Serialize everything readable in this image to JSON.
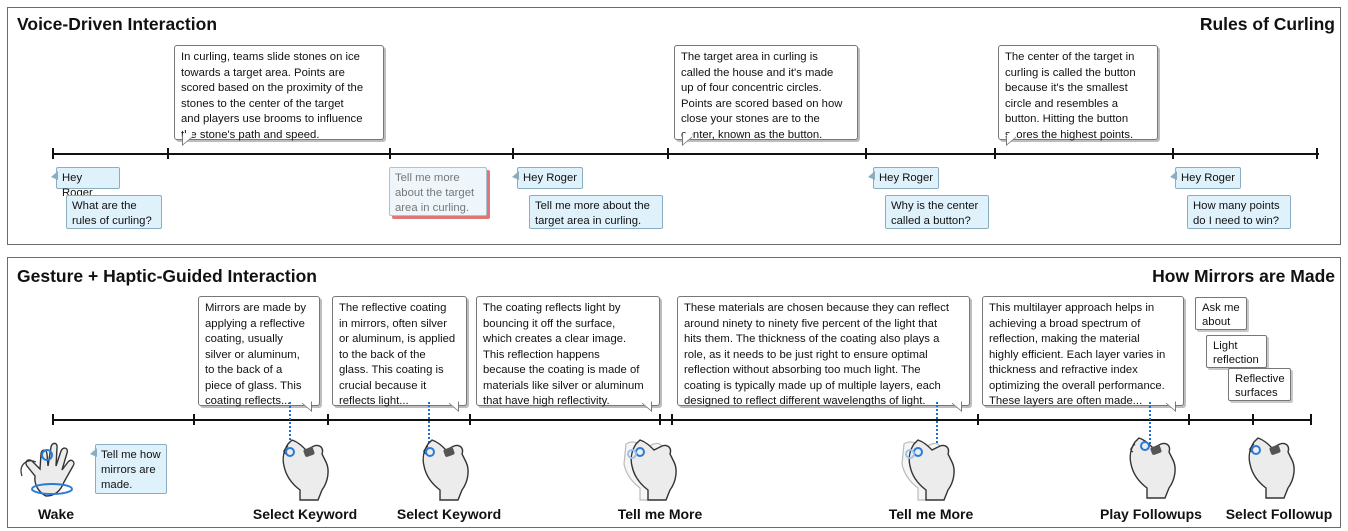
{
  "voice": {
    "title": "Voice-Driven Interaction",
    "topic": "Rules of Curling",
    "responses": [
      "In curling, teams slide stones on ice\ntowards a target area. Points are\nscored based on the proximity of the\nstones to the center of the target\nand players use brooms to influence\nthe stone's path and speed.",
      "The target area in curling is\ncalled the house and it's made\nup of four concentric circles.\nPoints are scored based on how\nclose your stones are to the\ncenter, known as the button.",
      "The center of the target in\ncurling is called the button\nbecause it's the smallest\ncircle and resembles a\nbutton. Hitting the button\nscores the highest points."
    ],
    "user_bubbles": [
      "Hey Roger",
      "What are the\nrules of curling?",
      "Tell me more\nabout the target\narea in curling.",
      "Hey Roger",
      "Tell me more about the\ntarget area in curling.",
      "Hey Roger",
      "Why is the center\ncalled a button?",
      "Hey Roger",
      "How many points\ndo I need to win?"
    ]
  },
  "gesture": {
    "title": "Gesture + Haptic-Guided Interaction",
    "topic": "How Mirrors are Made",
    "responses": [
      "Mirrors are made by\napplying a reflective\ncoating, usually\nsilver or aluminum,\nto the back of a\npiece of glass. This\ncoating reflects...",
      "The reflective coating\nin mirrors, often silver\nor aluminum, is applied\nto the back of the\nglass. This coating is\ncrucial because it\nreflects light...",
      "The coating reflects light by\nbouncing it off the surface,\nwhich creates a clear image.\nThis reflection happens\nbecause the coating is made of\nmaterials like silver or aluminum\nthat have high reflectivity.",
      "These materials are chosen because they can reflect\naround ninety to ninety five percent of the light that\nhits them. The thickness of the coating also plays a\nrole, as it needs to be just right to ensure optimal\nreflection without absorbing too much light. The\ncoating is typically made up of multiple layers, each\ndesigned to reflect different wavelengths of light.",
      "This multilayer approach helps in\nachieving a broad spectrum of\nreflection, making the material\nhighly efficient. Each layer varies in\nthickness and refractive index\noptimizing the overall performance.\nThese layers are often made..."
    ],
    "followups": [
      "Ask me\nabout",
      "Light\nreflection",
      "Reflective\nsurfaces"
    ],
    "user_bubble": "Tell me how\nmirrors are\nmade.",
    "gestures": [
      "Wake",
      "Select Keyword",
      "Select Keyword",
      "Tell me More",
      "Tell me More",
      "Play Followups",
      "Select Followup"
    ]
  },
  "colors": {
    "user_bubble_bg": "#dff1fb",
    "highlight_shadow": "#e07777",
    "haptic_dots": "#1e6fd0",
    "ring": "#2a7ad8"
  },
  "icons": [
    "hand-wake-icon",
    "hand-pinch-icon",
    "hand-double-pinch-icon"
  ]
}
